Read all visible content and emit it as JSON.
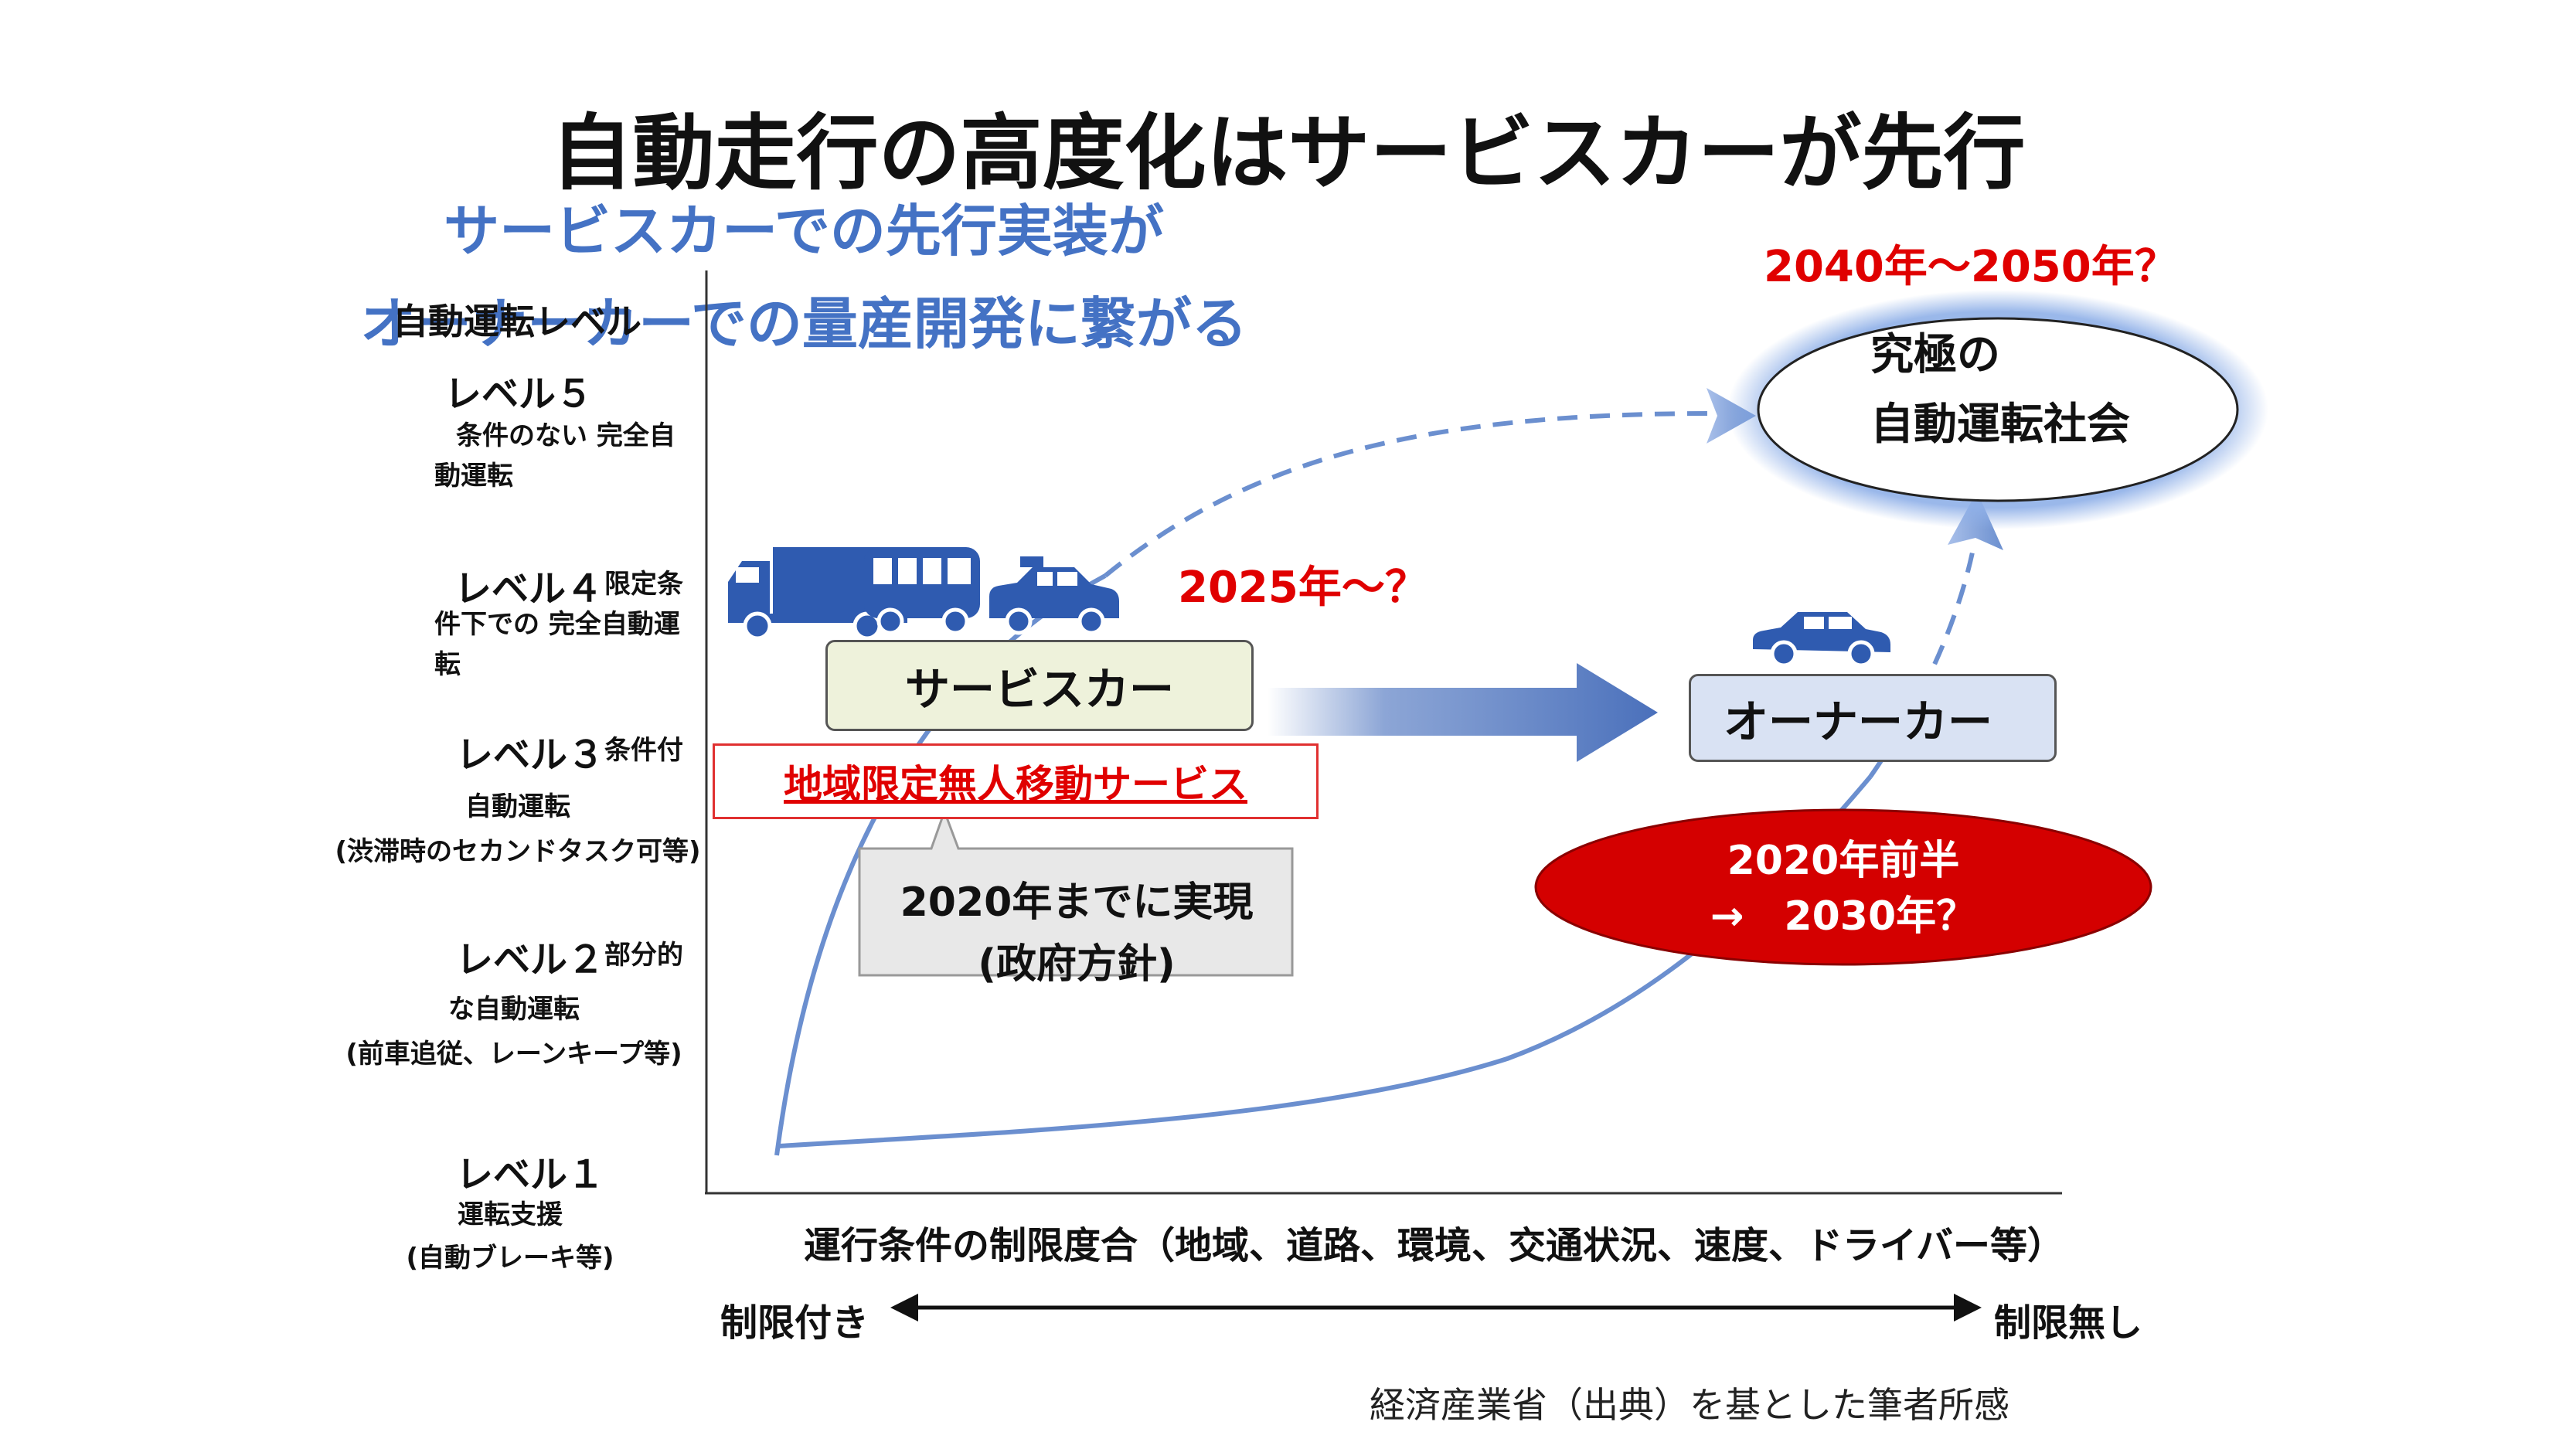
{
  "title": "自動走行の高度化はサービスカーが先行",
  "subtitle_line1": "サービスカーでの先行実装が",
  "subtitle_line2": "オーナーカーでの量産開発に繋がる",
  "year_goal": "2040年～2050年？",
  "year_service": "2025年～？",
  "y_axis": {
    "header": "自動運転レベル",
    "levels": [
      {
        "title": "レベル５",
        "desc": [
          "条件のない 完全自",
          "動運転"
        ]
      },
      {
        "title": "レベル４",
        "inline": "限定条",
        "desc": [
          "件下での 完全自動運",
          "転"
        ]
      },
      {
        "title": "レベル３",
        "inline": "条件付",
        "desc": [
          "自動運転",
          "(渋滞時のセカンドタスク可等)"
        ]
      },
      {
        "title": "レベル２",
        "inline": "部分的",
        "desc": [
          "な自動運転",
          "(前車追従、レーンキープ等)"
        ]
      },
      {
        "title": "レベル１",
        "desc": [
          "運転支援",
          "(自動ブレーキ等)"
        ]
      }
    ]
  },
  "boxes": {
    "service": "サービスカー",
    "owner": "オーナーカー",
    "regional": "地域限定無人移動サービス",
    "callout_line1": "2020年までに実現",
    "callout_line2": "(政府方針)",
    "owner_timeline_line1": "2020年前半",
    "owner_timeline_line2": "→　2030年？",
    "goal_line1": "究極の",
    "goal_line2": "自動運転社会"
  },
  "vehicles": {
    "service": [
      "truck-icon",
      "bus-icon",
      "taxi-icon"
    ],
    "owner": [
      "car-icon"
    ]
  },
  "x_axis": {
    "label": "運行条件の制限度合（地域、道路、環境、交通状況、速度、ドライバー等）",
    "left": "制限付き",
    "right": "制限無し"
  },
  "source": "経済産業省（出典）を基とした筆者所感",
  "colors": {
    "curve": "#6b8fcf",
    "subtitle": "#4472c4",
    "red": "#e00000",
    "vehicle": "#2f5bb0",
    "goal_glow": "#8fb0e8"
  }
}
